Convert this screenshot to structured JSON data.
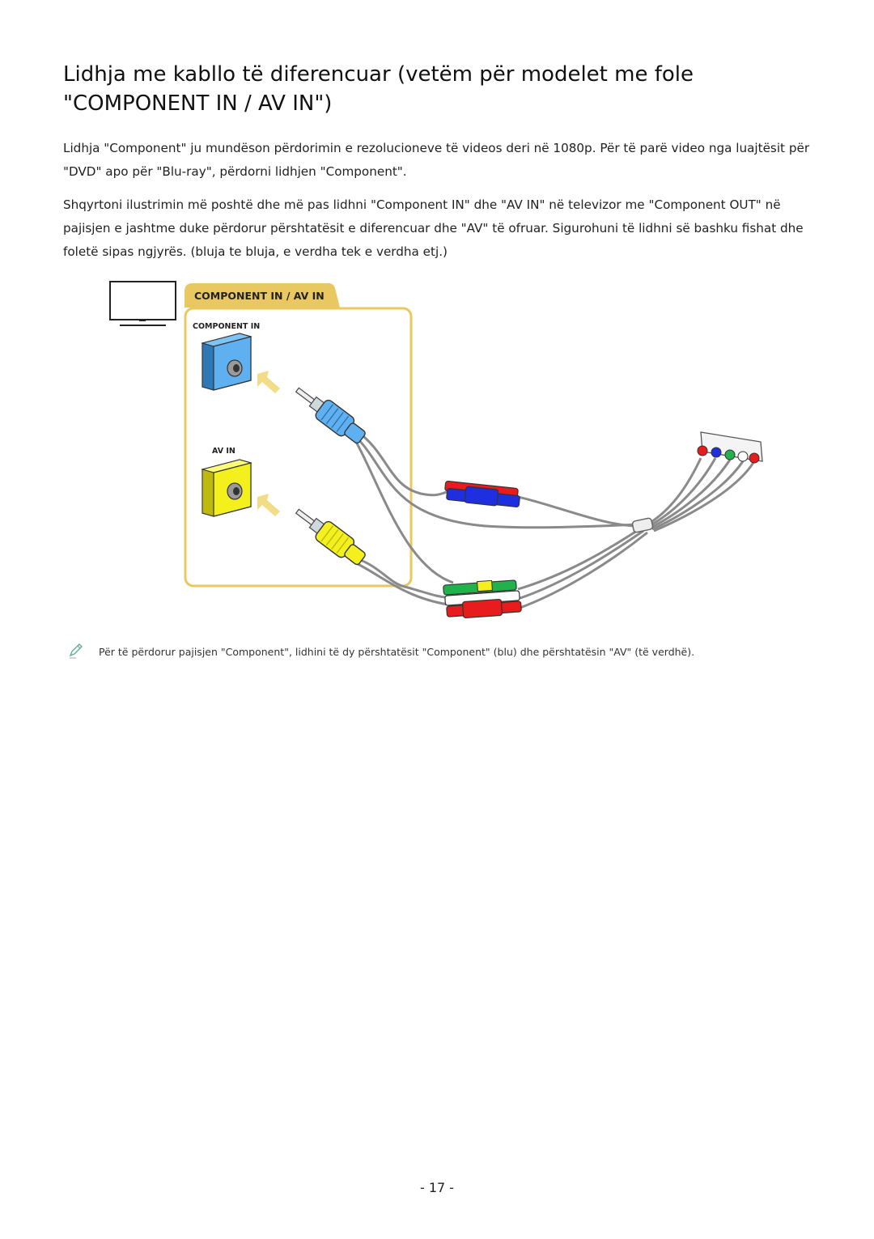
{
  "page": {
    "title": "Lidhja me kabllo të diferencuar (vetëm për modelet me fole \"COMPONENT IN / AV IN\")",
    "paragraph1": "Lidhja \"Component\" ju mundëson përdorimin e rezolucioneve të videos deri në 1080p. Për të parë video nga luajtësit për \"DVD\" apo për \"Blu-ray\", përdorni lidhjen \"Component\".",
    "paragraph2": "Shqyrtoni ilustrimin më poshtë dhe më pas lidhni \"Component IN\" dhe \"AV IN\" në televizor me \"Component OUT\" në pajisjen e jashtme duke përdorur përshtatësit e diferencuar dhe \"AV\" të ofruar. Sigurohuni të lidhni së bashku fishat dhe foletë sipas ngjyrës. (bluja te bluja, e verdha tek e verdha etj.)",
    "note": "Për të përdorur pajisjen \"Component\", lidhini të dy përshtatësit \"Component\" (blu) dhe përshtatësin \"AV\" (të verdhë).",
    "page_number": "- 17 -"
  },
  "figure": {
    "tab_label": "COMPONENT IN / AV IN",
    "component_label": "COMPONENT IN",
    "av_label": "AV IN",
    "icons": [
      "tv-icon",
      "blue-jack-socket-icon",
      "yellow-jack-socket-icon",
      "arrow-icon",
      "pencil-note-icon"
    ],
    "colors": {
      "accent": "#e9c862",
      "blue": "#5fb0f0",
      "yellow": "#f3f01e",
      "red": "#e81c1c",
      "plug_blue": "#1e2fe0",
      "green": "#22b24c"
    }
  }
}
